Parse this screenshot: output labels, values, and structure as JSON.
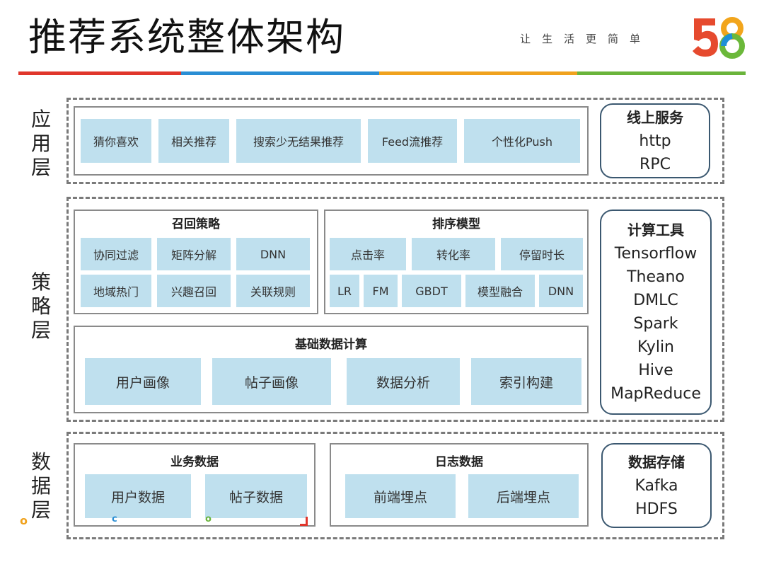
{
  "header": {
    "title": "推荐系统整体架构",
    "slogan": "让生活更简单"
  },
  "logo": {
    "text5": "5",
    "text8": "8",
    "colors": [
      "#e64a2e",
      "#1e8fd6",
      "#f2a51c",
      "#6bb83a"
    ]
  },
  "color_bar": [
    {
      "color": "#e0362c"
    },
    {
      "color": "#2a8ed4"
    },
    {
      "color": "#f0a21e"
    },
    {
      "color": "#6ab43b"
    }
  ],
  "layers": {
    "app": {
      "label": "应用层",
      "items": [
        "猜你喜欢",
        "相关推荐",
        "搜索少无结果推荐",
        "Feed流推荐",
        "个性化Push"
      ],
      "side": {
        "title": "线上服务",
        "items": [
          "http",
          "RPC"
        ]
      }
    },
    "strategy": {
      "label": "策略层",
      "recall": {
        "title": "召回策略",
        "row1": [
          "协同过滤",
          "矩阵分解",
          "DNN"
        ],
        "row2": [
          "地域热门",
          "兴趣召回",
          "关联规则"
        ]
      },
      "ranking": {
        "title": "排序模型",
        "row1": [
          "点击率",
          "转化率",
          "停留时长"
        ],
        "row2": [
          "LR",
          "FM",
          "GBDT",
          "模型融合",
          "DNN"
        ]
      },
      "basic": {
        "title": "基础数据计算",
        "items": [
          "用户画像",
          "帖子画像",
          "数据分析",
          "索引构建"
        ]
      },
      "side": {
        "title": "计算工具",
        "items": [
          "Tensorflow",
          "Theano",
          "DMLC",
          "Spark",
          "Kylin",
          "Hive",
          "MapReduce"
        ]
      }
    },
    "data": {
      "label": "数据层",
      "business": {
        "title": "业务数据",
        "items": [
          "用户数据",
          "帖子数据"
        ]
      },
      "log": {
        "title": "日志数据",
        "items": [
          "前端埋点",
          "后端埋点"
        ]
      },
      "side": {
        "title": "数据存储",
        "items": [
          "Kafka",
          "HDFS"
        ]
      }
    }
  },
  "markers": {
    "c": "c",
    "o": "o"
  }
}
